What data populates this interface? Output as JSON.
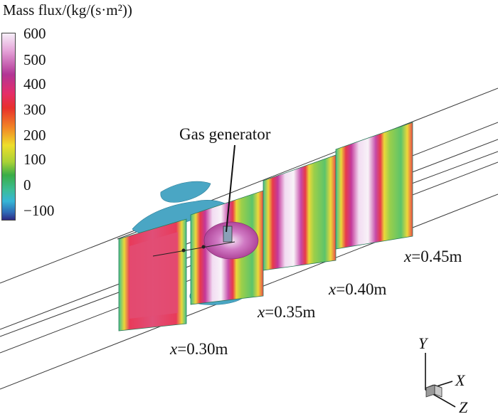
{
  "legend": {
    "title": "Mass flux/(kg/(s·m²))",
    "ticks": [
      "600",
      "500",
      "400",
      "300",
      "200",
      "100",
      "0",
      "−100"
    ]
  },
  "annotation": {
    "gas_generator": "Gas generator"
  },
  "slices": [
    {
      "var": "x",
      "value": "=0.30m"
    },
    {
      "var": "x",
      "value": "=0.35m"
    },
    {
      "var": "x",
      "value": "=0.40m"
    },
    {
      "var": "x",
      "value": "=0.45m"
    }
  ],
  "axes": {
    "y": "Y",
    "x": "X",
    "z": "Z"
  },
  "colors": {
    "outline": "#3a3a3a",
    "iso_surface": "#4aa6c4",
    "high_flux": "#e23a63"
  }
}
